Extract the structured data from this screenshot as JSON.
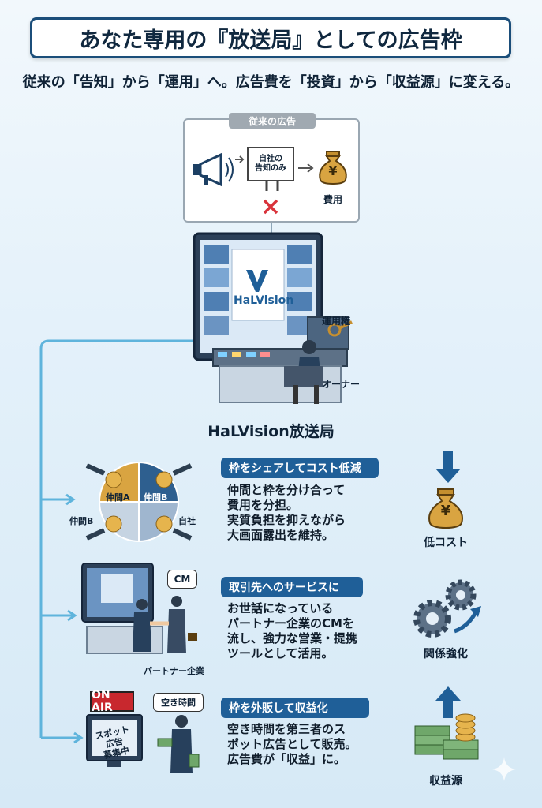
{
  "title": "あなた専用の『放送局』としての広告枠",
  "subtitle": "従来の「告知」から「運用」へ。広告費を「投資」から「収益源」に変える。",
  "traditional": {
    "label": "従来の広告",
    "billboard_text": "自社の\n告知のみ",
    "cost_label": "費用",
    "yen": "¥"
  },
  "station": {
    "screen_logo": "HaLVision",
    "rights_label": "運用権",
    "owner_label": "オーナー",
    "name": "HaLVision放送局"
  },
  "sections": [
    {
      "heading": "枠をシェアしてコスト低減",
      "description": "仲間と枠を分け合って\n費用を分担。\n実質負担を抑えながら\n大画面露出を維持。",
      "icon_caption": "低コスト",
      "pie_labels": [
        "仲間A",
        "仲間B",
        "仲間B",
        "自社"
      ]
    },
    {
      "heading": "取引先へのサービスに",
      "description": "お世話になっている\nパートナー企業のCMを\n流し、強力な営業・提携\nツールとして活用。",
      "icon_caption": "関係強化",
      "bubble": "CM",
      "partner_label": "パートナー企業"
    },
    {
      "heading": "枠を外販して収益化",
      "description": "空き時間を第三者のス\nポット広告として販売。\n広告費が「収益」に。",
      "icon_caption": "収益源",
      "on_air": "ON AIR",
      "bubble": "空き時間",
      "sign_text": "スポット広告\n募集中"
    }
  ],
  "colors": {
    "accent": "#1f5f98",
    "line": "#5fb4dc",
    "gold": "#d9a441",
    "money": "#6fa76a"
  }
}
